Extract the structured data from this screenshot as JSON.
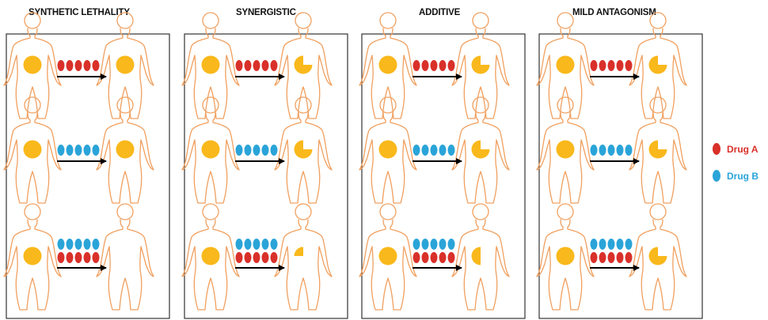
{
  "panels": [
    {
      "title": "SYNTHETIC LETHALITY",
      "outcomes": [
        1.0,
        1.0,
        0.0
      ]
    },
    {
      "title": "SYNERGISTIC",
      "outcomes": [
        0.75,
        0.75,
        0.25
      ]
    },
    {
      "title": "ADDITIVE",
      "outcomes": [
        0.75,
        0.75,
        0.5
      ]
    },
    {
      "title": "MILD ANTAGONISM",
      "outcomes": [
        0.75,
        0.75,
        0.75
      ]
    }
  ],
  "rows": [
    {
      "treatment": "Drug A"
    },
    {
      "treatment": "Drug B"
    },
    {
      "treatment": "Drug A + Drug B"
    }
  ],
  "legend": [
    {
      "label": "Drug A",
      "color": "#d9302a"
    },
    {
      "label": "Drug B",
      "color": "#2aa4d8"
    }
  ],
  "colors": {
    "tumor": "#f9b81b",
    "body_outline": "#f0a060",
    "panel_border": "#333333",
    "arrow": "#000000"
  }
}
